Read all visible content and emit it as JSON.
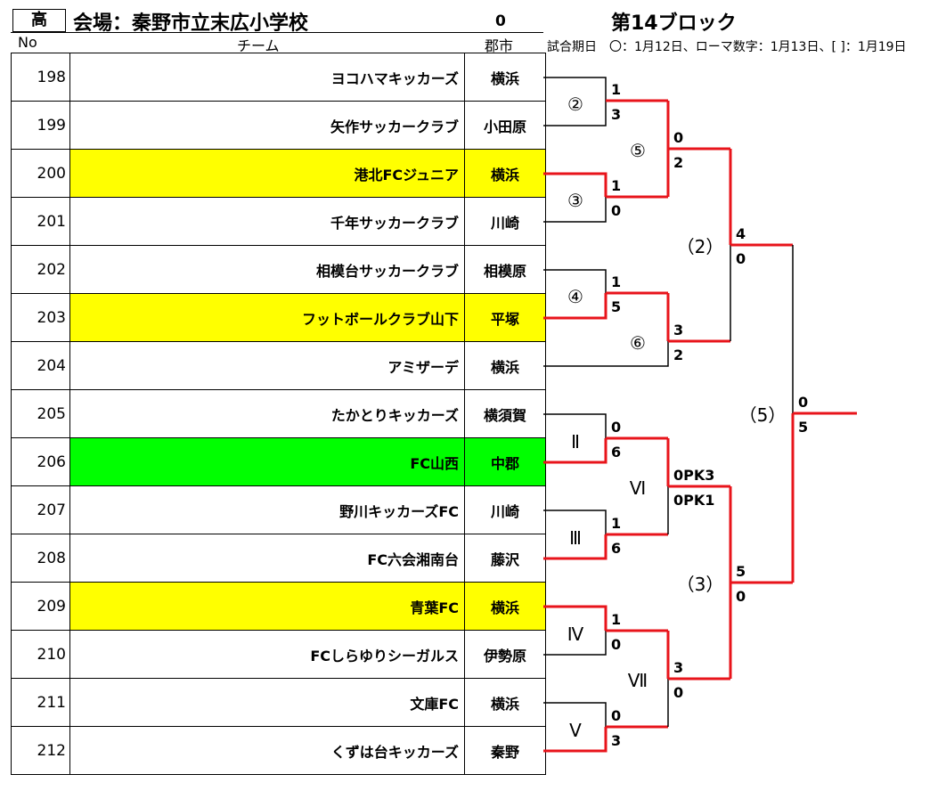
{
  "header": {
    "grade": "高",
    "venue": "会場：秦野市立末広小学校",
    "zero": "0",
    "block": "第14ブロック",
    "col_no": "No",
    "col_team": "チーム",
    "col_city": "郡市",
    "note": "試合期日　〇：1月12日、ローマ数字：1月13日、[ ]：1月19日"
  },
  "teams": [
    {
      "no": "198",
      "team": "ヨコハマキッカーズ",
      "city": "横浜",
      "highlight": "none"
    },
    {
      "no": "199",
      "team": "矢作サッカークラブ",
      "city": "小田原",
      "highlight": "none"
    },
    {
      "no": "200",
      "team": "港北FCジュニア",
      "city": "横浜",
      "highlight": "yellow"
    },
    {
      "no": "201",
      "team": "千年サッカークラブ",
      "city": "川崎",
      "highlight": "none"
    },
    {
      "no": "202",
      "team": "相模台サッカークラブ",
      "city": "相模原",
      "highlight": "none"
    },
    {
      "no": "203",
      "team": "フットボールクラブ山下",
      "city": "平塚",
      "highlight": "yellow"
    },
    {
      "no": "204",
      "team": "アミザーデ",
      "city": "横浜",
      "highlight": "none"
    },
    {
      "no": "205",
      "team": "たかとりキッカーズ",
      "city": "横須賀",
      "highlight": "none"
    },
    {
      "no": "206",
      "team": "FC山西",
      "city": "中郡",
      "highlight": "green"
    },
    {
      "no": "207",
      "team": "野川キッカーズFC",
      "city": "川崎",
      "highlight": "none"
    },
    {
      "no": "208",
      "team": "FC六会湘南台",
      "city": "藤沢",
      "highlight": "none"
    },
    {
      "no": "209",
      "team": "青葉FC",
      "city": "横浜",
      "highlight": "yellow"
    },
    {
      "no": "210",
      "team": "FCしらゆりシーガルス",
      "city": "伊勢原",
      "highlight": "none"
    },
    {
      "no": "211",
      "team": "文庫FC",
      "city": "横浜",
      "highlight": "none"
    },
    {
      "no": "212",
      "team": "くずは台キッカーズ",
      "city": "秦野",
      "highlight": "none"
    }
  ],
  "matches": {
    "m2": {
      "label": "②",
      "top": "1",
      "bottom": "3"
    },
    "m3": {
      "label": "③",
      "top": "1",
      "bottom": "0"
    },
    "m4": {
      "label": "④",
      "top": "1",
      "bottom": "5"
    },
    "m5": {
      "label": "⑤",
      "top": "0",
      "bottom": "2"
    },
    "m6": {
      "label": "⑥",
      "top": "3",
      "bottom": "2"
    },
    "r2": {
      "label": "Ⅱ",
      "top": "0",
      "bottom": "6"
    },
    "r3": {
      "label": "Ⅲ",
      "top": "1",
      "bottom": "6"
    },
    "r4": {
      "label": "Ⅳ",
      "top": "1",
      "bottom": "0"
    },
    "r5": {
      "label": "Ⅴ",
      "top": "0",
      "bottom": "3"
    },
    "r6": {
      "label": "Ⅵ",
      "top": "0PK3",
      "bottom": "0PK1"
    },
    "r7": {
      "label": "Ⅶ",
      "top": "3",
      "bottom": "0"
    },
    "b2": {
      "label": "（2）",
      "top": "4",
      "bottom": "0"
    },
    "b3": {
      "label": "（3）",
      "top": "5",
      "bottom": "0"
    },
    "b5": {
      "label": "（5）",
      "top": "0",
      "bottom": "5"
    }
  },
  "colors": {
    "winner_line": "#e8141b",
    "loser_line": "#000000",
    "highlight_yellow": "#ffff00",
    "highlight_green": "#00ff00"
  }
}
